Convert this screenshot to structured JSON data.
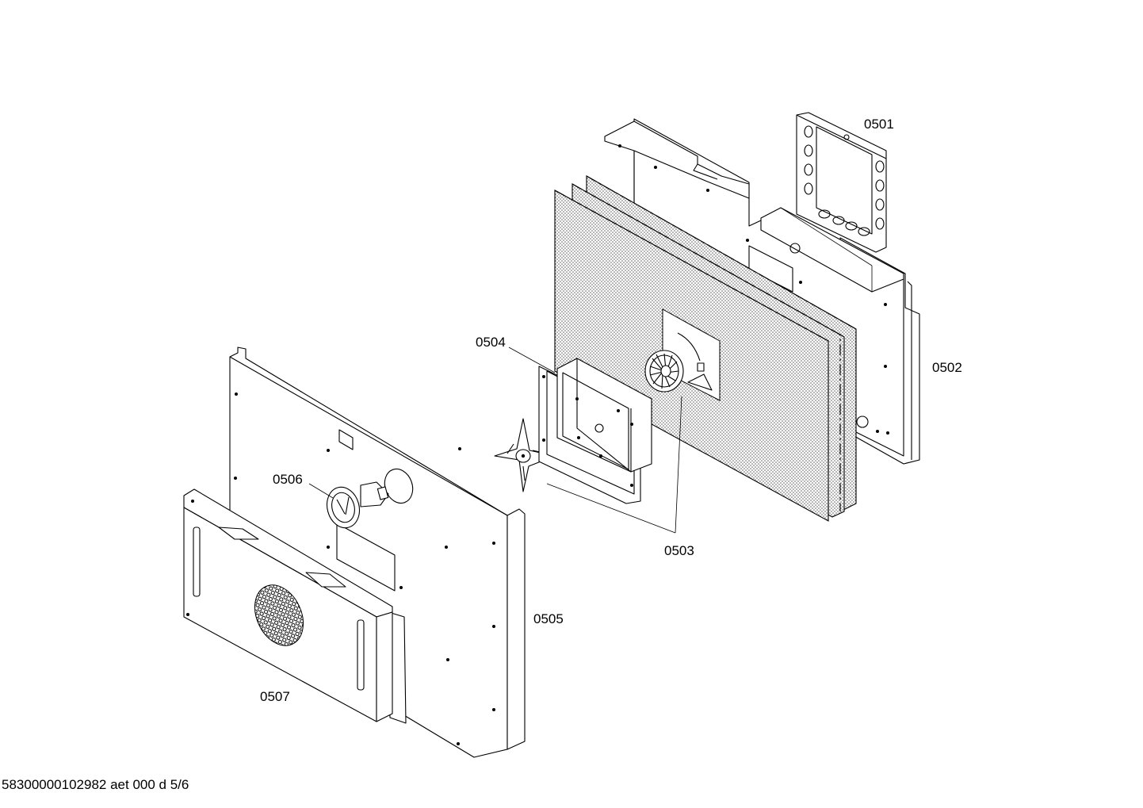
{
  "diagram": {
    "parts": [
      {
        "id": "p1",
        "label": "0501"
      },
      {
        "id": "p2",
        "label": "0502"
      },
      {
        "id": "p3",
        "label": "0503"
      },
      {
        "id": "p4",
        "label": "0504"
      },
      {
        "id": "p5",
        "label": "0505"
      },
      {
        "id": "p6",
        "label": "0506"
      },
      {
        "id": "p7",
        "label": "0507"
      }
    ],
    "colors": {
      "line": "#000000",
      "background": "#ffffff",
      "insulation": "#d9d9d9"
    }
  },
  "footer": {
    "drawing_id": "58300000102982 aet 000 d 5/6"
  }
}
